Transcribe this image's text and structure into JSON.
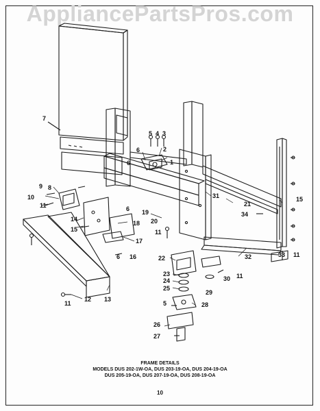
{
  "watermark": "AppliancePartsPros.com",
  "caption": {
    "title": "FRAME DETAILS",
    "line1": "MODELS DUS 202-1W-OA,  DUS 203-19-OA,  DUS 204-19-OA",
    "line2": "DUS 205-19-OA,  DUS 207-19-OA,  DUS 208-19-OA"
  },
  "page_number": "10",
  "callouts": [
    "1",
    "2",
    "3",
    "4",
    "5",
    "6",
    "6",
    "7",
    "8",
    "9",
    "10",
    "11",
    "14",
    "15",
    "6",
    "18",
    "17",
    "6",
    "16",
    "12",
    "13",
    "11",
    "19",
    "20",
    "11",
    "31",
    "21",
    "34",
    "15",
    "33",
    "11",
    "32",
    "22",
    "11",
    "30",
    "23",
    "24",
    "25",
    "29",
    "5",
    "28",
    "26",
    "27"
  ]
}
